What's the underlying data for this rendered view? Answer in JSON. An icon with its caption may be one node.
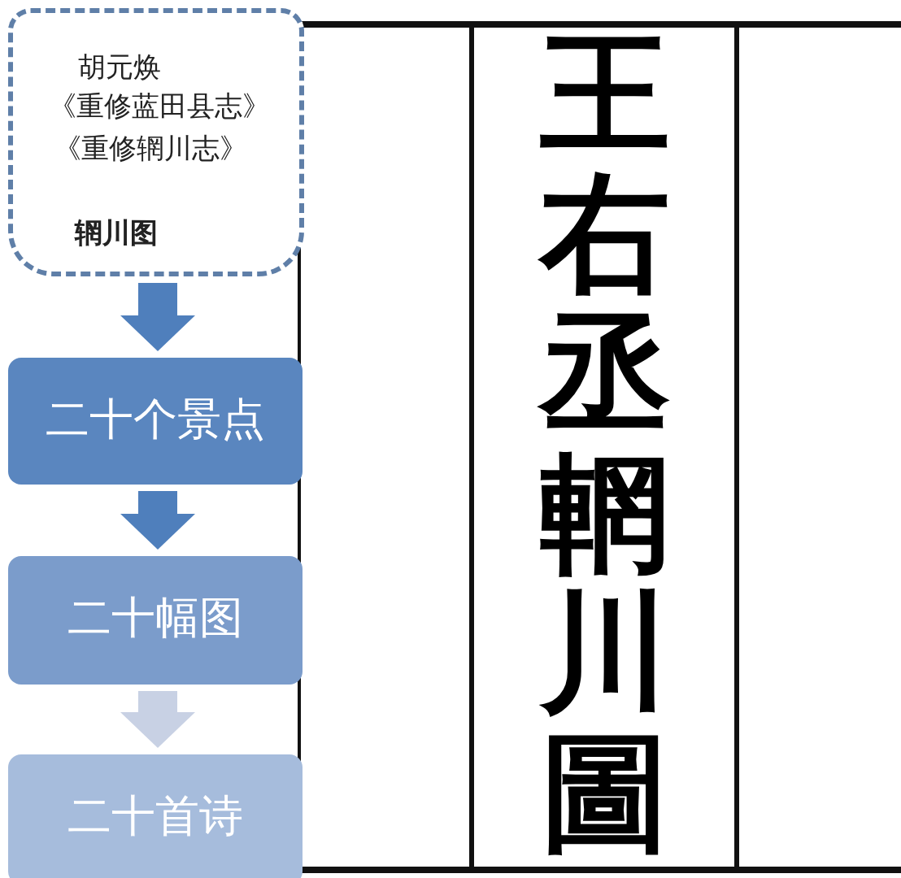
{
  "diagram": {
    "nodes": [
      {
        "text": [
          "胡元焕",
          "《重修蓝田县志》",
          "《重修辋川志》",
          "辋川图"
        ]
      },
      {
        "text": [
          "二十个景点"
        ]
      },
      {
        "text": [
          "二十幅图"
        ]
      },
      {
        "text": [
          "二十首诗"
        ]
      }
    ],
    "edges": [
      {
        "from": 0,
        "to": 1,
        "arrow": "to"
      },
      {
        "from": 1,
        "to": 2,
        "arrow": "to"
      },
      {
        "from": 2,
        "to": 3,
        "arrow": "to",
        "color": "#c8d1e4"
      }
    ],
    "labels": [
      "王右丞輞川圖"
    ]
  }
}
